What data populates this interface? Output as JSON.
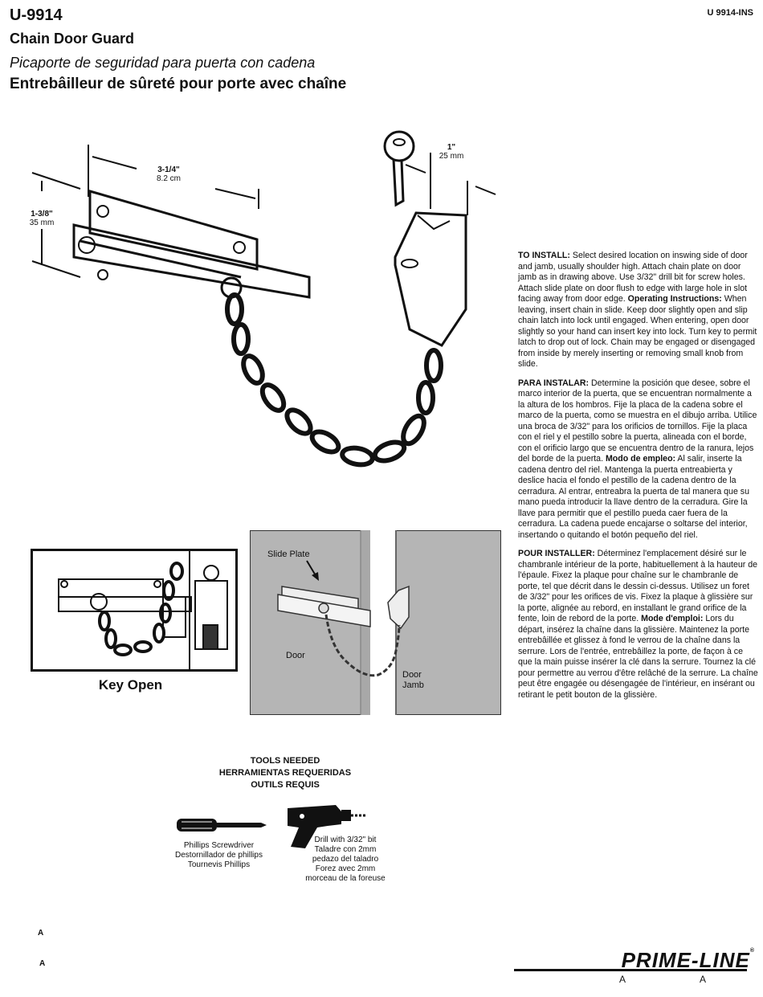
{
  "header": {
    "model": "U-9914",
    "doc_id": "U 9914-INS",
    "title_en": "Chain Door Guard",
    "title_es": "Picaporte de seguridad para puerta con cadena",
    "title_fr": "Entrebâilleur de sûreté pour porte avec chaîne"
  },
  "dimensions": {
    "width_in": "3-1/4\"",
    "width_cm": "8.2 cm",
    "height_in": "1-3/8\"",
    "height_mm": "35 mm",
    "depth_in": "1\"",
    "depth_mm": "25 mm"
  },
  "instructions": {
    "en_install_label": "TO INSTALL:",
    "en_install_text": " Select desired location on inswing side of door and jamb, usually shoulder high. Attach chain plate on door jamb as in drawing above. Use 3/32\" drill bit for screw holes. Attach slide plate on door flush to edge with large hole in slot facing away from door edge.",
    "en_operating_label": "Operating Instructions:",
    "en_operating_text": " When leaving, insert chain in slide. Keep door slightly open and slip chain latch into lock until engaged. When entering, open door slightly so your hand can insert key into lock. Turn key to permit latch to drop out of lock. Chain may be engaged or disengaged from inside by merely inserting or removing small knob from slide.",
    "es_install_label": "PARA INSTALAR:",
    "es_install_text": " Determine la posición que desee, sobre el marco interior de la puerta, que se encuentran normalmente a la altura de los hombros. Fije la placa de la cadena sobre el marco de la puerta, como se muestra en el dibujo arriba. Utilice una broca de 3/32\" para los orificios de tornillos. Fije la placa con el riel y el pestillo sobre la puerta, alineada con el borde, con el orificio largo que se encuentra dentro de la ranura, lejos del borde de la puerta.",
    "es_operating_label": "Modo de empleo:",
    "es_operating_text": " Al salir, inserte la cadena dentro del riel. Mantenga la puerta entreabierta y deslice hacia el fondo el pestillo de la cadena dentro de la cerradura. Al entrar, entreabra la puerta de tal manera que su mano pueda introducir la llave dentro de la cerradura. Gire la llave para permitir que el pestillo pueda caer fuera de la cerradura. La cadena puede encajarse o soltarse del interior, insertando o quitando el botón pequeño del riel.",
    "fr_install_label": "POUR INSTALLER:",
    "fr_install_text": " Déterminez l'emplacement désiré sur le chambranle intérieur de la porte, habituellement à la hauteur de l'épaule. Fixez la plaque pour chaîne sur le chambranle de porte, tel que décrit dans le dessin ci-dessus. Utilisez un foret de 3/32\" pour les orifices de vis. Fixez la plaque à glissière sur la porte, alignée au rebord, en installant le grand orifice de la fente, loin de rebord de la porte.",
    "fr_operating_label": "Mode d'emploi:",
    "fr_operating_text": " Lors du départ, insérez la chaîne dans la glissière. Maintenez la porte entrebâillée et glissez à fond le verrou de la chaîne dans la serrure. Lors de l'entrée, entrebâillez la porte, de façon à ce que la main puisse insérer la clé dans la serrure. Tournez la clé pour permettre au verrou d'être relâché de la serrure. La chaîne peut être engagée ou désengagée de l'intérieur, en insérant ou retirant le petit bouton de la glissière."
  },
  "figures": {
    "key_open_caption": "Key Open",
    "slide_plate_label": "Slide Plate",
    "door_label": "Door",
    "door_jamb_label_1": "Door",
    "door_jamb_label_2": "Jamb"
  },
  "tools": {
    "heading_en": "TOOLS NEEDED",
    "heading_es": "HERRAMIENTAS REQUERIDAS",
    "heading_fr": "OUTILS REQUIS",
    "screwdriver_en": "Phillips Screwdriver",
    "screwdriver_es": "Destornillador de phillips",
    "screwdriver_fr": "Tournevis Phillips",
    "drill_en": "Drill with 3/32\" bit",
    "drill_es_1": "Taladre con 2mm",
    "drill_es_2": "pedazo del taladro",
    "drill_fr_1": "Forez avec 2mm",
    "drill_fr_2": "morceau de la foreuse"
  },
  "footer": {
    "mark_a": "A",
    "brand": "PRIME-LINE",
    "registered": "®"
  },
  "colors": {
    "ink": "#111111",
    "photo_bg": "#b5b5b5",
    "door_gap": "#ffffff"
  }
}
